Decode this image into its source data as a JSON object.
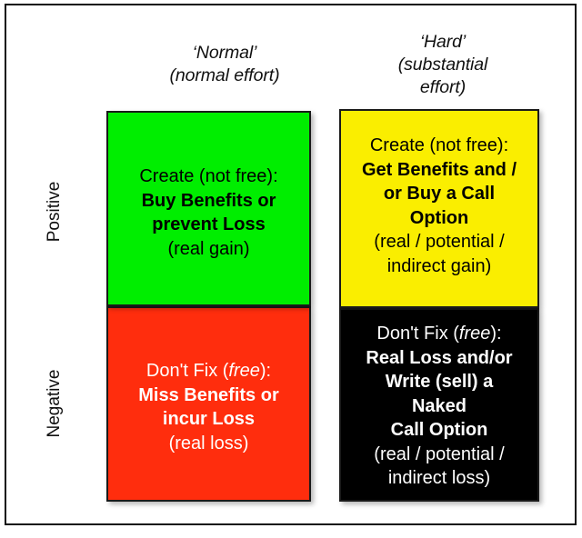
{
  "diagram": {
    "columns": [
      {
        "key": "normal",
        "header_line1": "‘Normal’",
        "header_line2": "(normal effort)",
        "header_line3": ""
      },
      {
        "key": "hard",
        "header_line1": "‘Hard’",
        "header_line2": "(substantial",
        "header_line3": "effort)"
      }
    ],
    "rows": [
      {
        "key": "positive",
        "label": "Positive"
      },
      {
        "key": "negative",
        "label": "Negative"
      }
    ],
    "cells": {
      "normal_positive": {
        "color": "#00ee00",
        "text_color": "#000000",
        "line1": "Create (not free):",
        "line2_bold": "Buy Benefits or",
        "line3_bold": "prevent Loss",
        "line4": "(real gain)"
      },
      "normal_negative": {
        "color": "#ff2d0d",
        "text_color": "#ffffff",
        "line1_pre": "Don't Fix (",
        "line1_italic": "free",
        "line1_post": "):",
        "line2_bold": "Miss Benefits or",
        "line3_bold": "incur Loss",
        "line4": "(real loss)"
      },
      "hard_positive": {
        "color": "#faee00",
        "text_color": "#000000",
        "line1": "Create (not free):",
        "line2_bold": "Get Benefits and /",
        "line3_bold": "or Buy a Call",
        "line4_bold": "Option",
        "line5": "(real / potential /",
        "line6": "indirect gain)"
      },
      "hard_negative": {
        "color": "#000000",
        "text_color": "#ffffff",
        "line1_pre": "Don't Fix (",
        "line1_italic": "free",
        "line1_post": "):",
        "line2_bold": "Real Loss and/or",
        "line3_bold": "Write (sell) a",
        "line4_bold": "Naked",
        "line5_bold": "Call Option",
        "line6": "(real / potential /",
        "line7": "indirect loss)"
      }
    }
  }
}
